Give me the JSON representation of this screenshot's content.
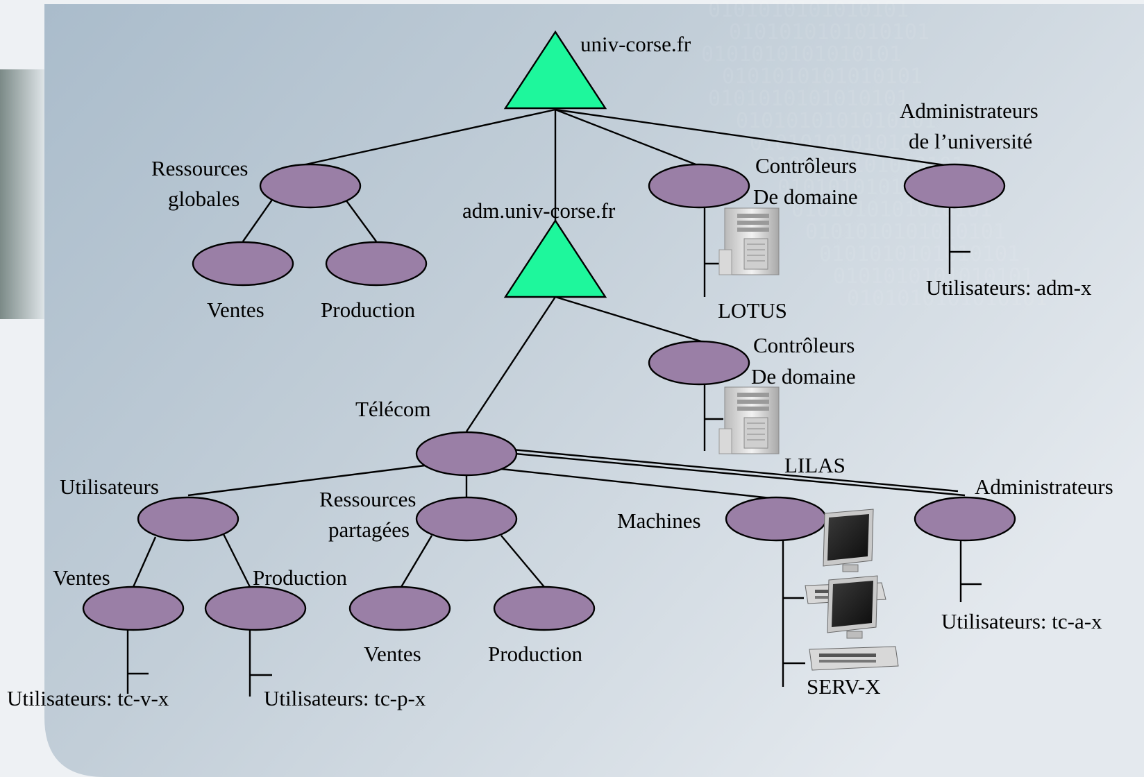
{
  "domains": {
    "root": "univ-corse.fr",
    "child": "adm.univ-corse.fr"
  },
  "root_ous": {
    "ressources_globales": {
      "line1": "Ressources",
      "line2": "globales",
      "child1": "Ventes",
      "child2": "Production"
    },
    "controleurs": {
      "line1": "Contrôleurs",
      "line2": "De domaine",
      "server": "LOTUS"
    },
    "administrateurs": {
      "line1": "Administrateurs",
      "line2": "de l’université",
      "users": "Utilisateurs: adm-x"
    }
  },
  "child_ous": {
    "controleurs": {
      "line1": "Contrôleurs",
      "line2": "De domaine",
      "server": "LILAS"
    },
    "telecom": "Télécom"
  },
  "telecom_ous": {
    "utilisateurs": {
      "label": "Utilisateurs",
      "ventes": "Ventes",
      "production": "Production",
      "ventes_users": "Utilisateurs: tc-v-x",
      "production_users": "Utilisateurs: tc-p-x"
    },
    "ressources": {
      "line1": "Ressources",
      "line2": "partagées",
      "ventes": "Ventes",
      "production": "Production"
    },
    "machines": {
      "label": "Machines",
      "server": "SERV-X"
    },
    "administrateurs": {
      "label": "Administrateurs",
      "users": "Utilisateurs: tc-a-x"
    }
  },
  "background_binary": "0101010101010101"
}
